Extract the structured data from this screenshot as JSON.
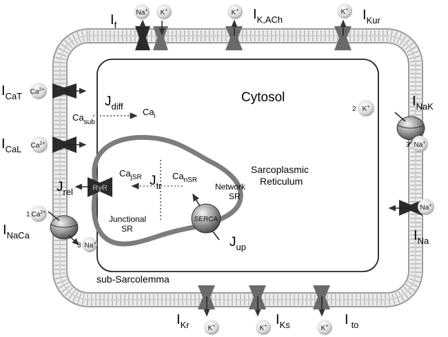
{
  "currents": {
    "if_main": "I",
    "if_sub": "f",
    "ikach_main": "I",
    "ikach_sub": "K,ACh",
    "ikur_main": "I",
    "ikur_sub": "Kur",
    "icat_main": "I",
    "icat_sub": "CaT",
    "ical_main": "I",
    "ical_sub": "CaL",
    "inaca_main": "I",
    "inaca_sub": "NaCa",
    "inak_main": "I",
    "inak_sub": "NaK",
    "ina_main": "I",
    "ina_sub": "Na",
    "ikr_main": "I",
    "ikr_sub": "Kr",
    "iks_main": "I",
    "iks_sub": "Ks",
    "ito_main": "I",
    "ito_sub": "to"
  },
  "fluxes": {
    "jdiff_main": "J",
    "jdiff_sub": "diff",
    "jrel_main": "J",
    "jrel_sub": "rel",
    "jtr_main": "J",
    "jtr_sub": "tr",
    "jup_main": "J",
    "jup_sub": "up"
  },
  "ions": {
    "na": "Na",
    "na_sup": "+",
    "k": "K",
    "k_sup": "+",
    "ca": "Ca",
    "ca_sup": "2+",
    "stoich_2": "2",
    "stoich_3": "3",
    "stoich_1": "1"
  },
  "compartments": {
    "cytosol": "Cytosol",
    "ca_sub_main": "Ca",
    "ca_sub_sub": "sub",
    "ca_i_main": "Ca",
    "ca_i_sub": "i",
    "ca_jsr_main": "Ca",
    "ca_jsr_sub": "jSR",
    "ca_nsr_main": "Ca",
    "ca_nsr_sub": "nSR",
    "sr_line1": "Sarcoplasmic",
    "sr_line2": "Reticulum",
    "network_line1": "Network",
    "network_line2": "SR",
    "junctional_line1": "Junctional",
    "junctional_line2": "SR",
    "sub_sarcolemma": "sub-Sarcolemma"
  },
  "proteins": {
    "ryr": "RyR",
    "serca": "SERCA"
  }
}
